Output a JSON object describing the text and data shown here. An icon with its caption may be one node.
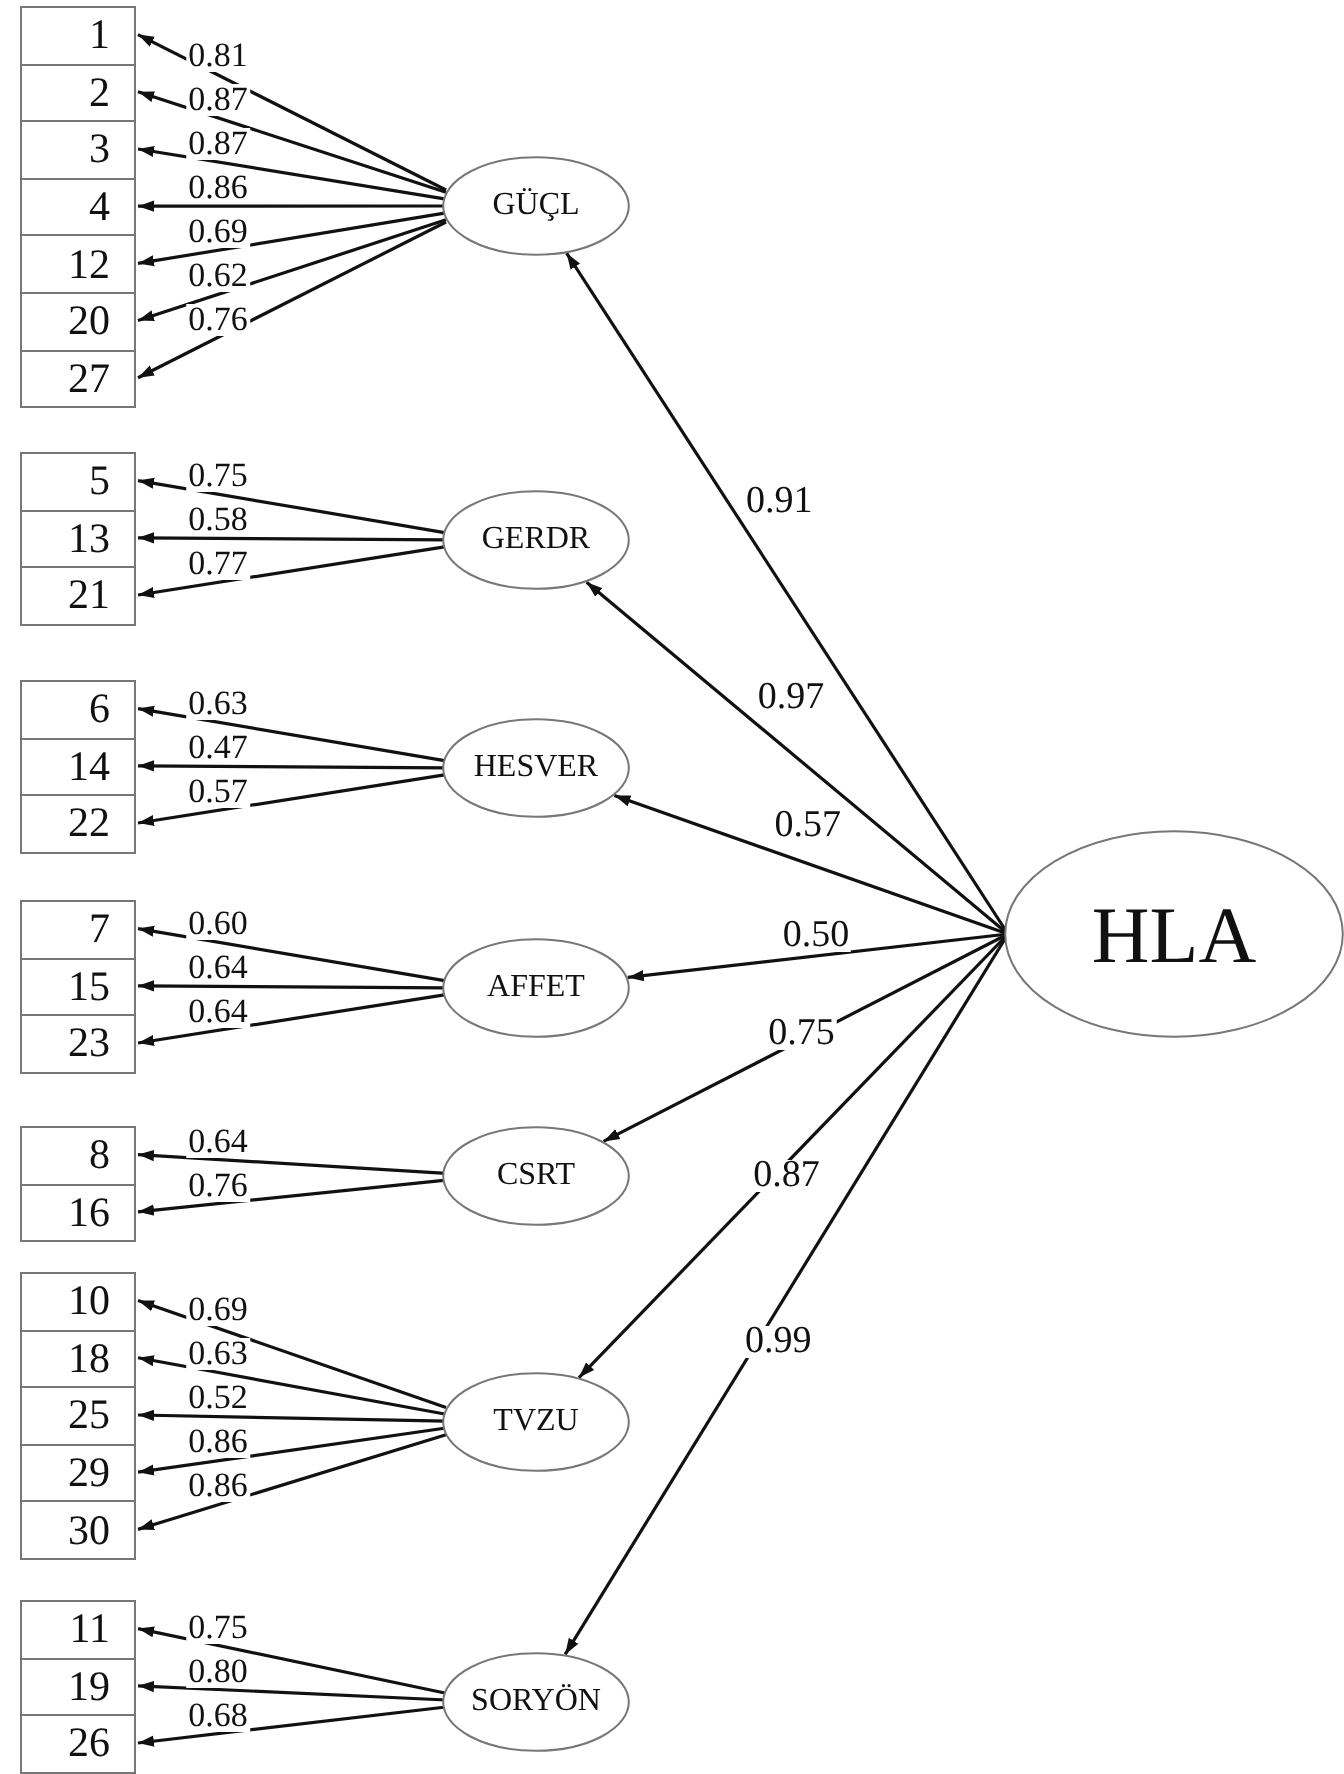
{
  "diagram": {
    "nodes": [
      {
        "text": [
          "1"
        ]
      },
      {
        "text": [
          "2"
        ]
      },
      {
        "text": [
          "3"
        ]
      },
      {
        "text": [
          "4"
        ]
      },
      {
        "text": [
          "12"
        ]
      },
      {
        "text": [
          "20"
        ]
      },
      {
        "text": [
          "27"
        ]
      },
      {
        "text": [
          "GÜÇL"
        ]
      },
      {
        "text": [
          "5"
        ]
      },
      {
        "text": [
          "13"
        ]
      },
      {
        "text": [
          "21"
        ]
      },
      {
        "text": [
          "GERDR"
        ]
      },
      {
        "text": [
          "6"
        ]
      },
      {
        "text": [
          "14"
        ]
      },
      {
        "text": [
          "22"
        ]
      },
      {
        "text": [
          "HESVER"
        ]
      },
      {
        "text": [
          "7"
        ]
      },
      {
        "text": [
          "15"
        ]
      },
      {
        "text": [
          "23"
        ]
      },
      {
        "text": [
          "AFFET"
        ]
      },
      {
        "text": [
          "8"
        ]
      },
      {
        "text": [
          "16"
        ]
      },
      {
        "text": [
          "CSRT"
        ]
      },
      {
        "text": [
          "10"
        ]
      },
      {
        "text": [
          "18"
        ]
      },
      {
        "text": [
          "25"
        ]
      },
      {
        "text": [
          "29"
        ]
      },
      {
        "text": [
          "30"
        ]
      },
      {
        "text": [
          "TVZU"
        ]
      },
      {
        "text": [
          "11"
        ]
      },
      {
        "text": [
          "19"
        ]
      },
      {
        "text": [
          "26"
        ]
      },
      {
        "text": [
          "SORYÖN"
        ]
      },
      {
        "text": [
          "HLA"
        ]
      }
    ],
    "edges": [
      {
        "from": 7,
        "to": 0,
        "arrow": "to",
        "label": "0.81"
      },
      {
        "from": 7,
        "to": 1,
        "arrow": "to",
        "label": "0.87"
      },
      {
        "from": 7,
        "to": 2,
        "arrow": "to",
        "label": "0.87"
      },
      {
        "from": 7,
        "to": 3,
        "arrow": "to",
        "label": "0.86"
      },
      {
        "from": 7,
        "to": 4,
        "arrow": "to",
        "label": "0.69"
      },
      {
        "from": 7,
        "to": 5,
        "arrow": "to",
        "label": "0.62"
      },
      {
        "from": 7,
        "to": 6,
        "arrow": "to",
        "label": "0.76"
      },
      {
        "from": 11,
        "to": 8,
        "arrow": "to",
        "label": "0.75"
      },
      {
        "from": 11,
        "to": 9,
        "arrow": "to",
        "label": "0.58"
      },
      {
        "from": 11,
        "to": 10,
        "arrow": "to",
        "label": "0.77"
      },
      {
        "from": 15,
        "to": 12,
        "arrow": "to",
        "label": "0.63"
      },
      {
        "from": 15,
        "to": 13,
        "arrow": "to",
        "label": "0.47"
      },
      {
        "from": 15,
        "to": 14,
        "arrow": "to",
        "label": "0.57"
      },
      {
        "from": 19,
        "to": 16,
        "arrow": "to",
        "label": "0.60"
      },
      {
        "from": 19,
        "to": 17,
        "arrow": "to",
        "label": "0.64"
      },
      {
        "from": 19,
        "to": 18,
        "arrow": "to",
        "label": "0.64"
      },
      {
        "from": 22,
        "to": 20,
        "arrow": "to",
        "label": "0.64"
      },
      {
        "from": 22,
        "to": 21,
        "arrow": "to",
        "label": "0.76"
      },
      {
        "from": 28,
        "to": 23,
        "arrow": "to",
        "label": "0.69"
      },
      {
        "from": 28,
        "to": 24,
        "arrow": "to",
        "label": "0.63"
      },
      {
        "from": 28,
        "to": 25,
        "arrow": "to",
        "label": "0.52"
      },
      {
        "from": 28,
        "to": 26,
        "arrow": "to",
        "label": "0.86"
      },
      {
        "from": 28,
        "to": 27,
        "arrow": "to",
        "label": "0.86"
      },
      {
        "from": 32,
        "to": 29,
        "arrow": "to",
        "label": "0.75"
      },
      {
        "from": 32,
        "to": 30,
        "arrow": "to",
        "label": "0.80"
      },
      {
        "from": 32,
        "to": 31,
        "arrow": "to",
        "label": "0.68"
      },
      {
        "from": 33,
        "to": 7,
        "arrow": "to",
        "label": "0.91"
      },
      {
        "from": 33,
        "to": 11,
        "arrow": "to",
        "label": "0.97"
      },
      {
        "from": 33,
        "to": 15,
        "arrow": "to",
        "label": "0.57"
      },
      {
        "from": 33,
        "to": 19,
        "arrow": "to",
        "label": "0.50"
      },
      {
        "from": 33,
        "to": 22,
        "arrow": "to",
        "label": "0.75"
      },
      {
        "from": 33,
        "to": 28,
        "arrow": "to",
        "label": "0.87"
      },
      {
        "from": 33,
        "to": 32,
        "arrow": "to",
        "label": "0.99"
      }
    ]
  }
}
